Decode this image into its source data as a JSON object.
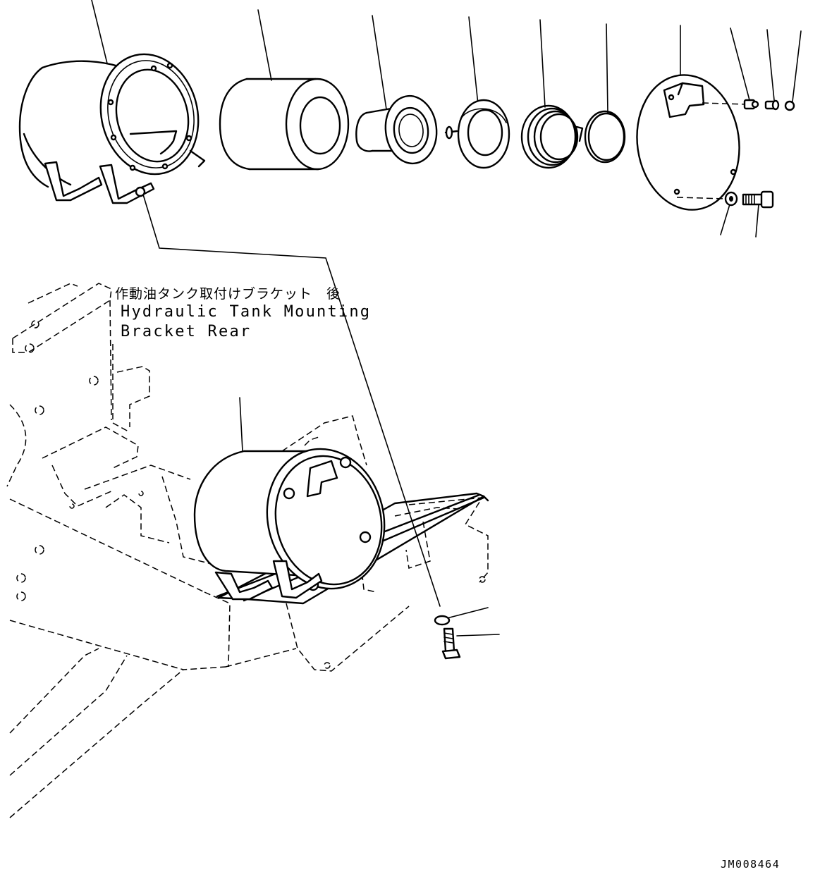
{
  "callout": {
    "label_jp": "作動油タンク取付けブラケット　後",
    "label_en_line1": "Hydraulic Tank Mounting",
    "label_en_line2": "Bracket Rear"
  },
  "drawing_number": "JM008464"
}
